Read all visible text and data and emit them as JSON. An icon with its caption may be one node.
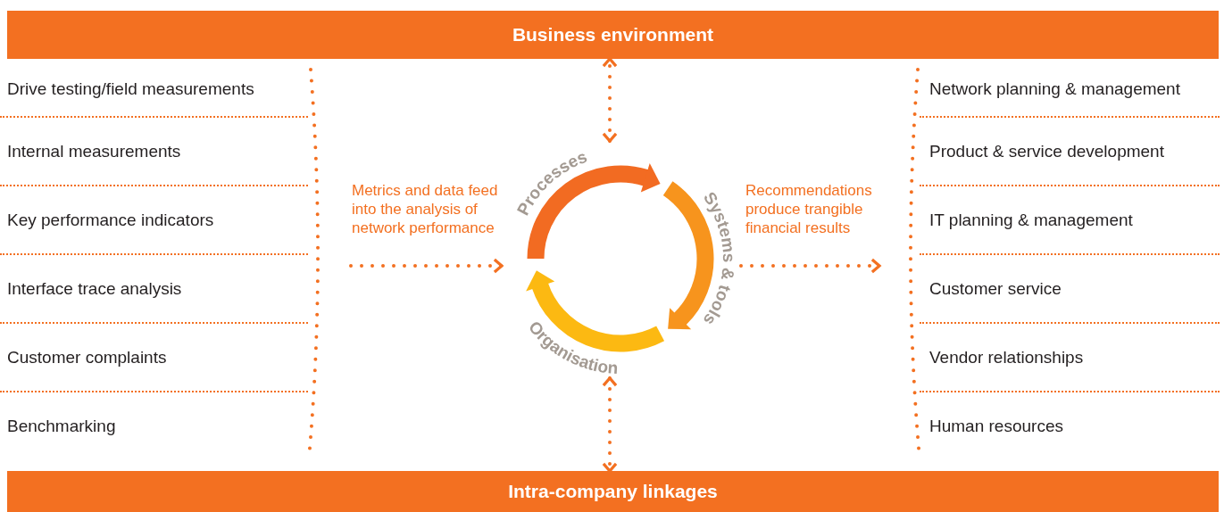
{
  "diagram": {
    "nodes": [
      {
        "text": [
          "Business environment"
        ]
      },
      {
        "text": [
          "Processes",
          "Systems & tools",
          "Organisation"
        ]
      },
      {
        "text": [
          "Intra-company linkages"
        ]
      }
    ],
    "edges": [
      {
        "from": 1,
        "to": 0,
        "arrow": "both",
        "style": "dashed"
      },
      {
        "from": null,
        "to": 1,
        "arrow": "to",
        "style": "dashed",
        "label": "Metrics and data feed into the analysis of network performance"
      },
      {
        "from": 1,
        "to": null,
        "arrow": "to",
        "style": "dashed",
        "label": "Recommendations produce trangible financial results"
      },
      {
        "from": 1,
        "to": 2,
        "arrow": "both",
        "style": "dashed"
      }
    ],
    "labels": [
      "Drive testing/field measurements",
      "Internal measurements",
      "Key performance indicators",
      "Interface trace analysis",
      "Customer complaints",
      "Benchmarking",
      "Network planning & management",
      "Product & service development",
      "IT planning & management",
      "Customer service",
      "Vendor relationships",
      "Human resources"
    ]
  }
}
